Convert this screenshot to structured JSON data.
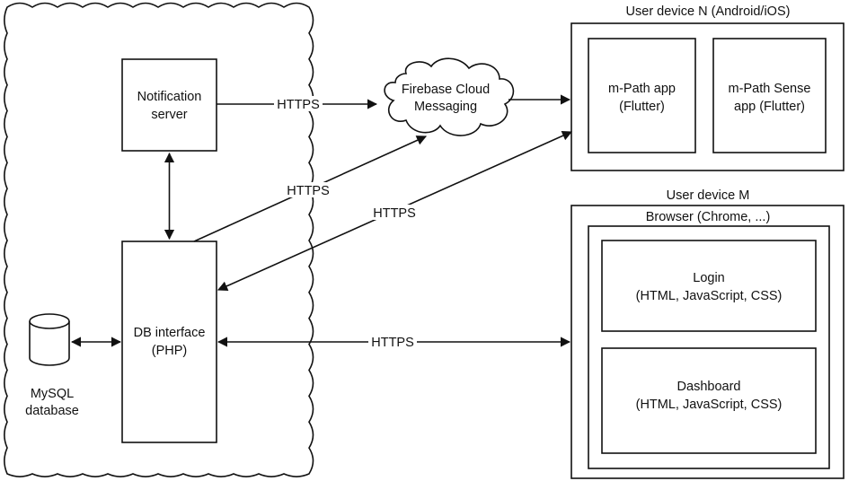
{
  "server_cloud": {
    "notification_server": [
      "Notification",
      "server"
    ],
    "db_interface": [
      "DB interface",
      "(PHP)"
    ],
    "database": [
      "MySQL",
      "database"
    ]
  },
  "firebase": [
    "Firebase Cloud",
    "Messaging"
  ],
  "device_n": {
    "title": "User device N (Android/iOS)",
    "app1": [
      "m-Path app",
      "(Flutter)"
    ],
    "app2": [
      "m-Path Sense",
      "app (Flutter)"
    ]
  },
  "device_m": {
    "title": "User device M",
    "browser": "Browser (Chrome, ...)",
    "login": [
      "Login",
      "(HTML, JavaScript, CSS)"
    ],
    "dashboard": [
      "Dashboard",
      "(HTML, JavaScript, CSS)"
    ]
  },
  "connections": {
    "notif_to_firebase": "HTTPS",
    "db_to_firebase": "HTTPS",
    "device_n_to_db": "HTTPS",
    "db_to_device_m": "HTTPS"
  }
}
